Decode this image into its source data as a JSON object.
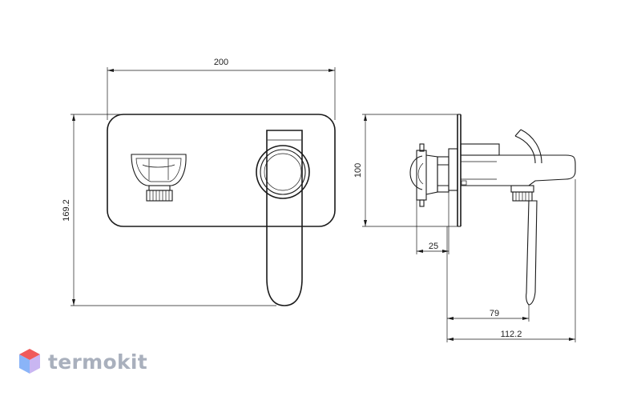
{
  "dimensions": {
    "width_top": "200",
    "height_left": "169.2",
    "height_side": "100",
    "depth_25": "25",
    "depth_79": "79",
    "depth_112": "112.2"
  },
  "brand": {
    "name": "termokit",
    "colors": {
      "top": "#f05a5a",
      "left": "#8ab4f8",
      "right": "#c9b6f2",
      "text": "#a9b0bd"
    }
  }
}
